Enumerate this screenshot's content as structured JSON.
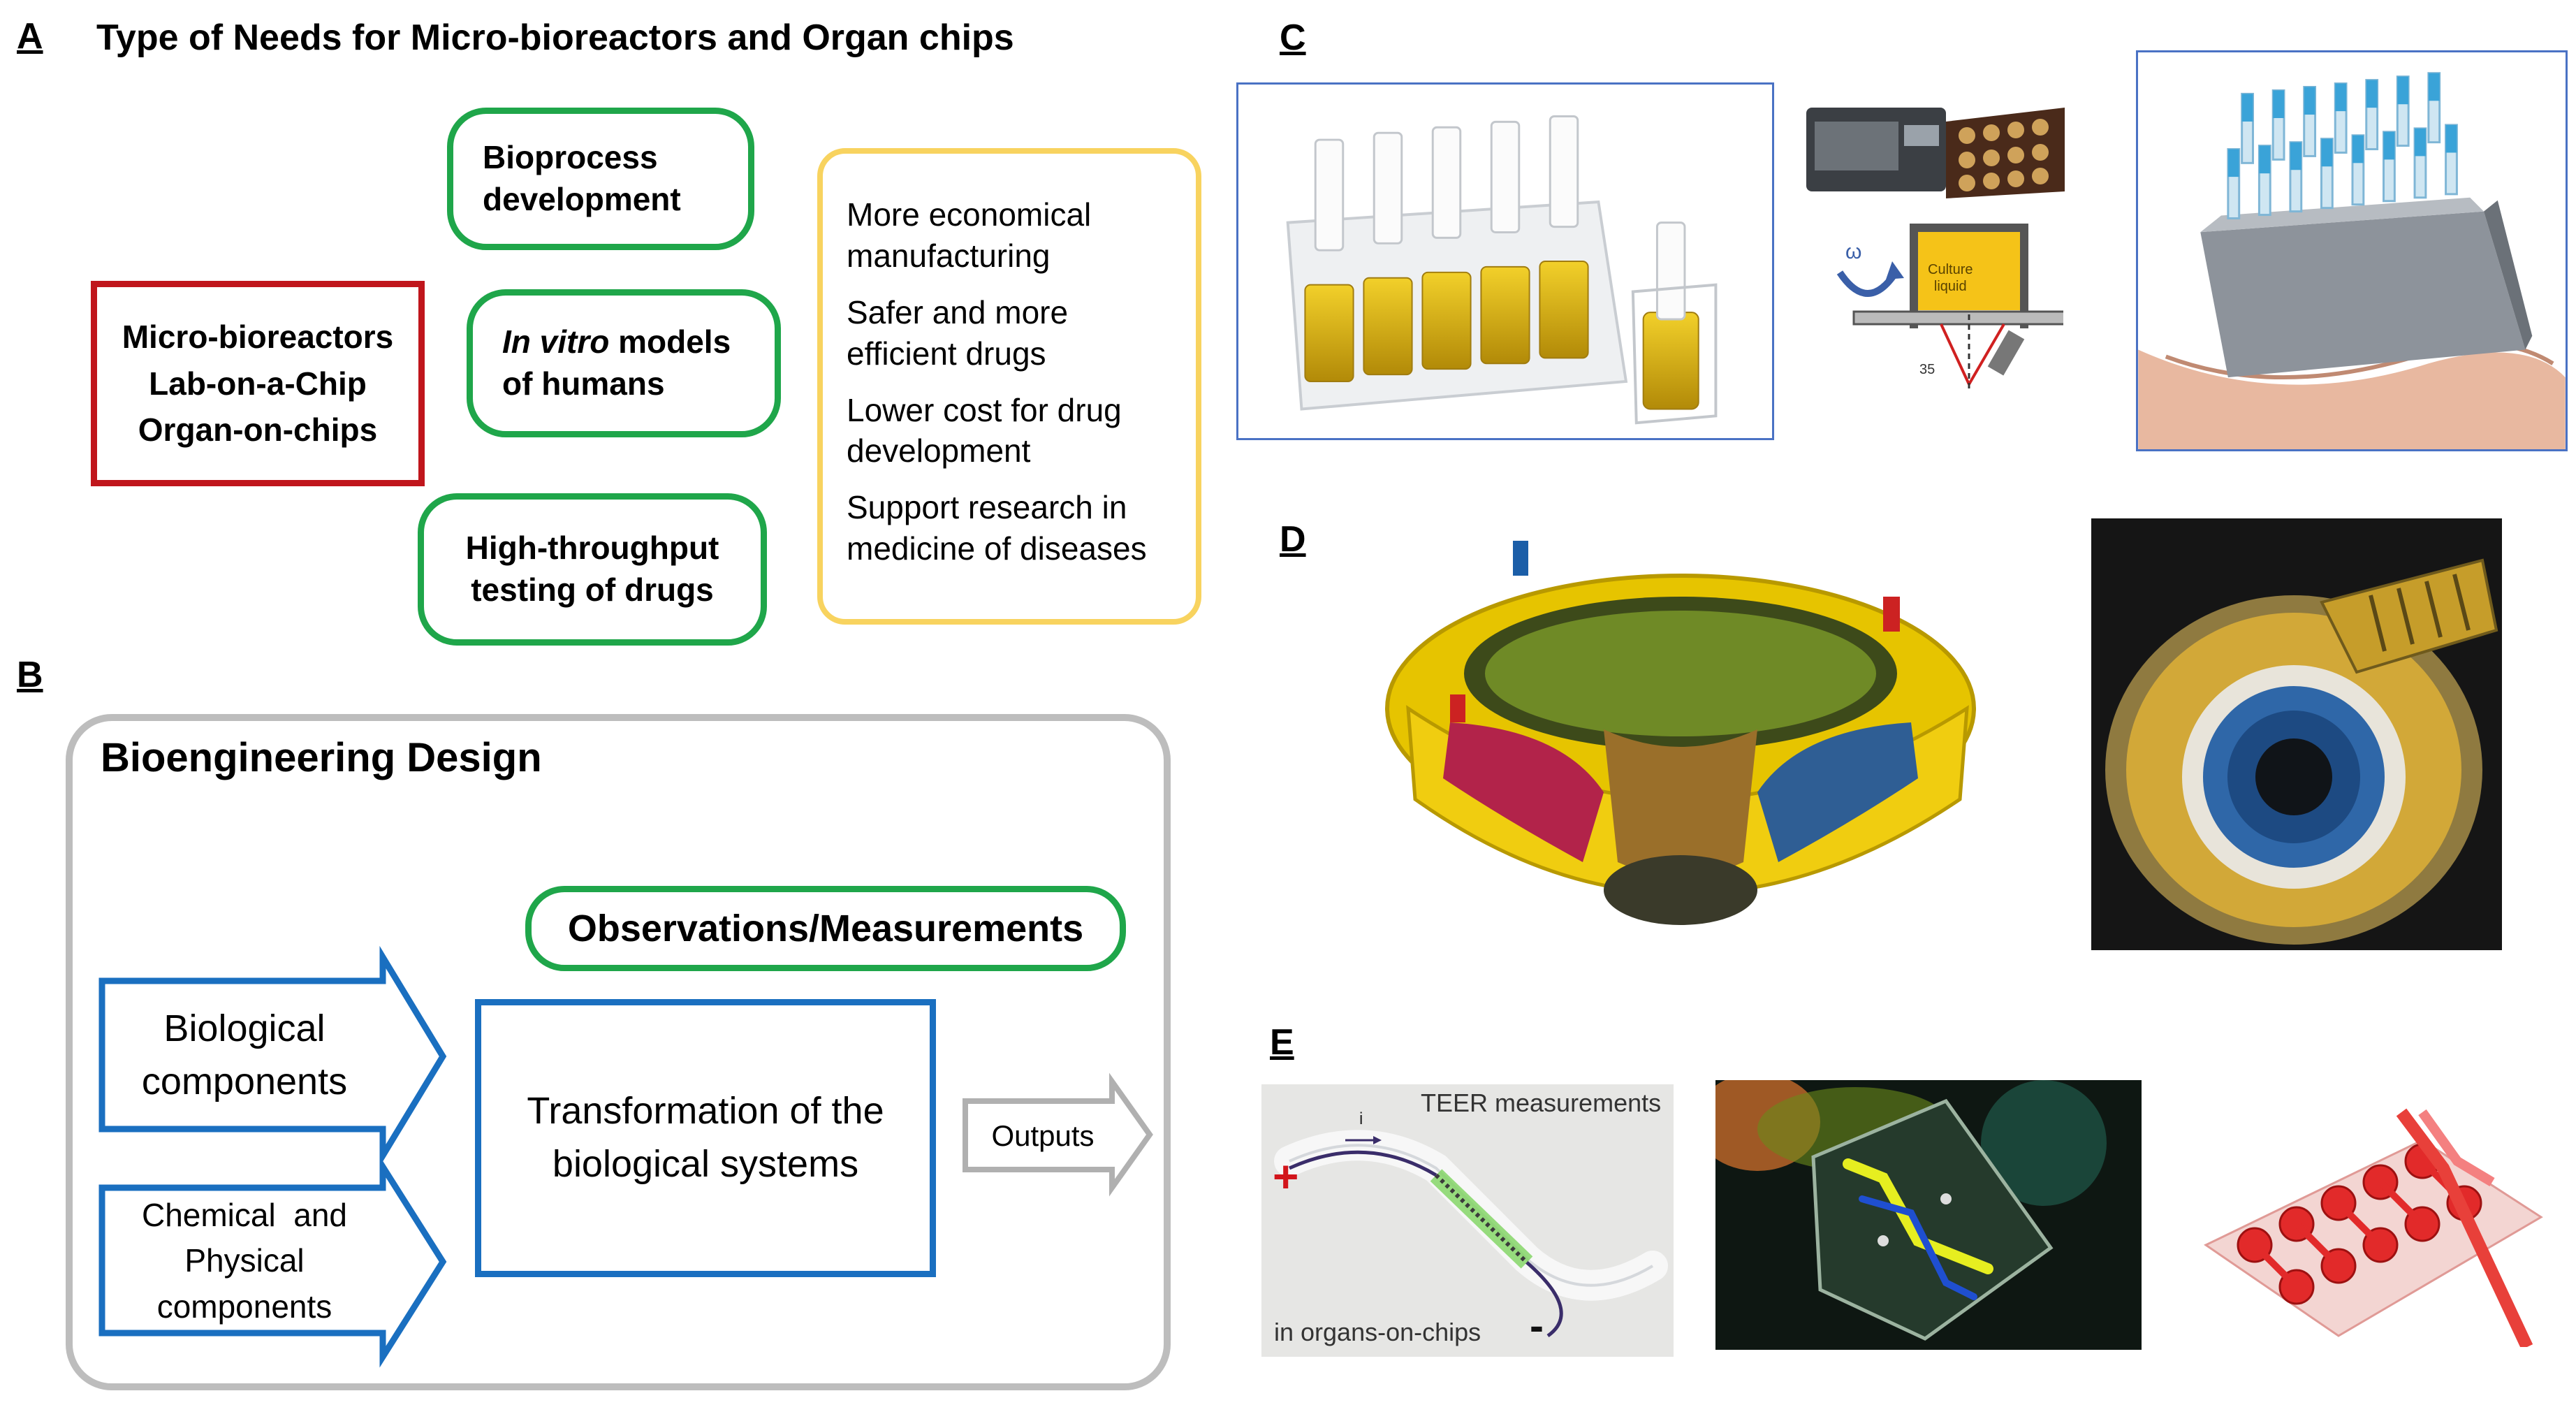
{
  "panels": {
    "a": "A",
    "b": "B",
    "c": "C",
    "d": "D",
    "e": "E"
  },
  "panel_a": {
    "title": "Type of Needs for Micro-bioreactors and Organ chips",
    "platforms": [
      "Micro-bioreactors",
      "Lab-on-a-Chip",
      "Organ-on-chips"
    ],
    "needs": {
      "bioprocess": [
        "Bioprocess",
        "development"
      ],
      "invitro_em": "In vitro",
      "invitro_rest": " models",
      "invitro_line2": "of humans",
      "throughput": [
        "High-throughput",
        "testing of drugs"
      ]
    },
    "benefits": [
      [
        "More economical",
        "manufacturing"
      ],
      [
        "Safer and more",
        "efficient drugs"
      ],
      [
        "Lower cost for drug",
        "development"
      ],
      [
        "Support research in",
        "medicine of diseases"
      ]
    ]
  },
  "panel_b": {
    "title": "Bioengineering Design",
    "observations": "Observations/Measurements",
    "bio_components": [
      "Biological",
      "components"
    ],
    "chem_components": [
      "Chemical  and",
      "Physical",
      "components"
    ],
    "transformation": [
      "Transformation of the",
      "biological systems"
    ],
    "outputs": "Outputs"
  },
  "panel_c": {
    "diagram_liquid": [
      "Culture",
      "liquid"
    ],
    "diagram_angle": "35"
  },
  "panel_e": {
    "teer_title": "TEER measurements",
    "teer_caption": "in organs-on-chips",
    "current_label": "i",
    "plus": "+",
    "minus": "-"
  },
  "colors": {
    "green": "#1fa64a",
    "red": "#c0161c",
    "yellow": "#f8d35f",
    "blue": "#1a6fc0",
    "grey": "#bdbdbd"
  }
}
